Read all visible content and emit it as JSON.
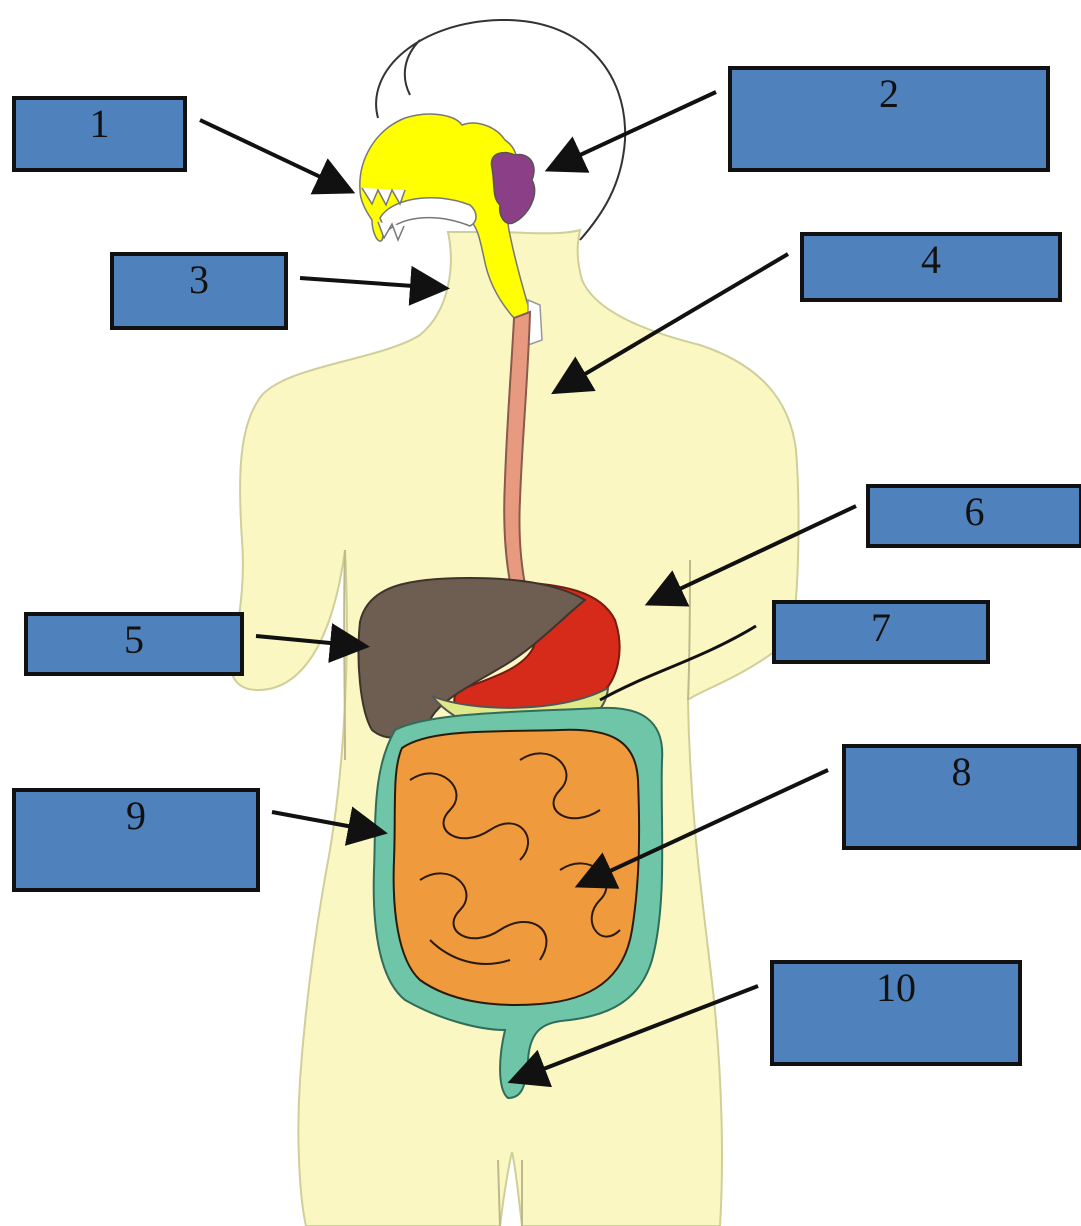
{
  "labels": [
    "1",
    "2",
    "3",
    "4",
    "5",
    "6",
    "7",
    "8",
    "9",
    "10"
  ],
  "colors": {
    "label_box": "#4f81bd",
    "body": "#fbf7c2",
    "mouth_pharynx": "#ffff00",
    "salivary_gland": "#8b3f86",
    "esophagus": "#e89a80",
    "liver": "#6e5e52",
    "stomach": "#d62b1a",
    "pancreas": "#dfe98a",
    "large_intestine": "#6fc5a7",
    "small_intestine": "#ef9a3c",
    "arrow": "#111111"
  }
}
